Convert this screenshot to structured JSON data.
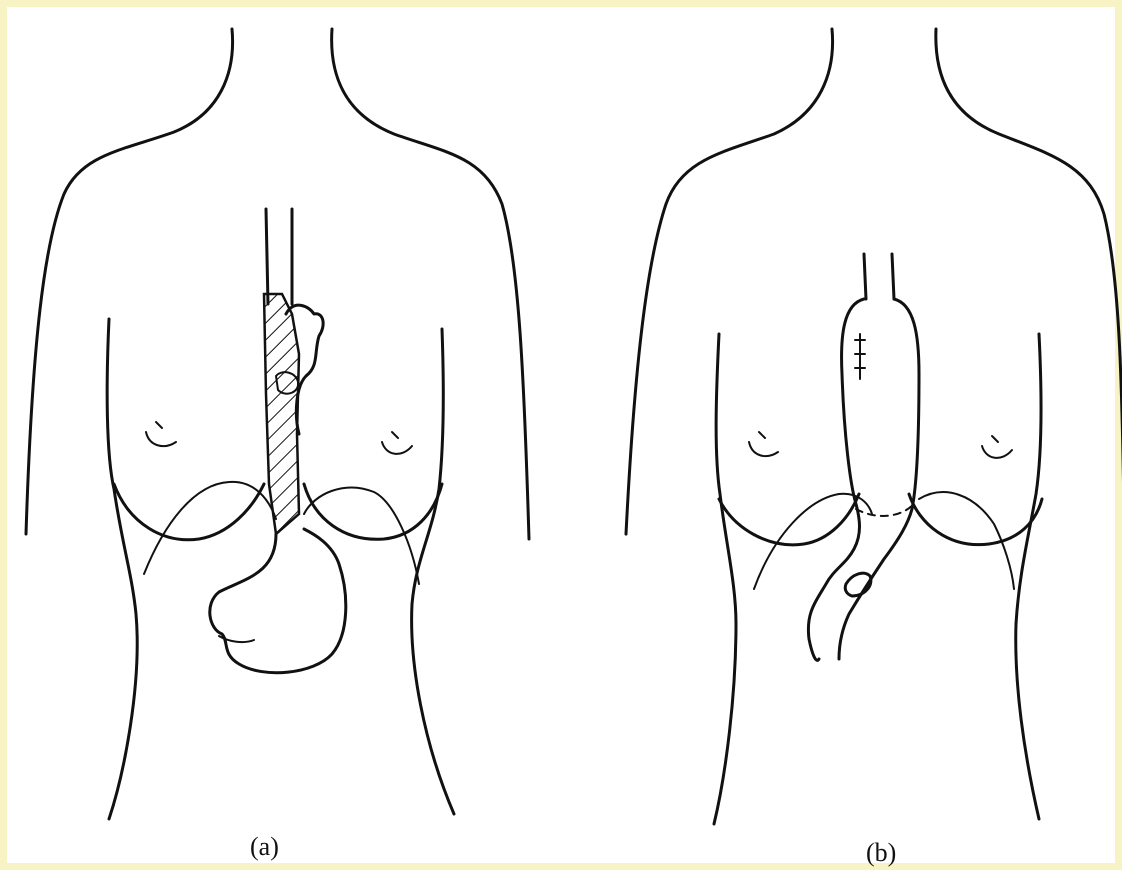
{
  "figure": {
    "panels": [
      {
        "id": "a",
        "label": "(a)"
      },
      {
        "id": "b",
        "label": "(b)"
      }
    ],
    "colors": {
      "border": "#f7f3c4",
      "background": "#ffffff",
      "ink": "#111111"
    }
  }
}
